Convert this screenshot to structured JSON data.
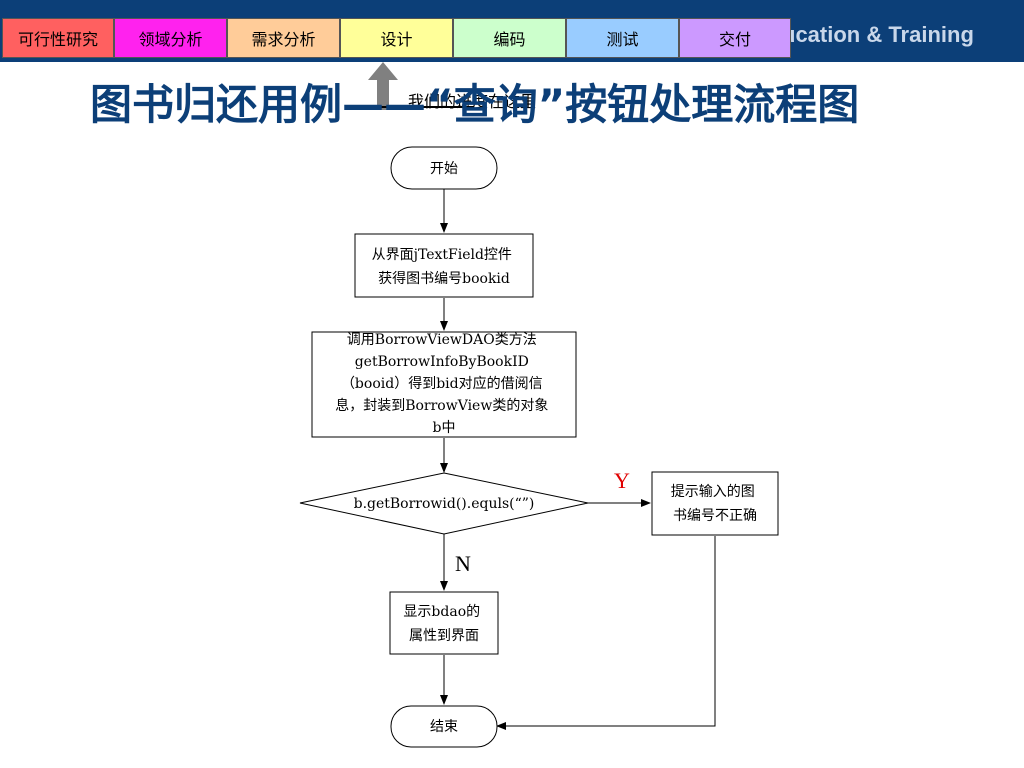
{
  "header": {
    "brand": "ucation & Training",
    "tabs": [
      {
        "label": "可行性研究",
        "color": "#ff6060"
      },
      {
        "label": "领域分析",
        "color": "#ff22ee"
      },
      {
        "label": "需求分析",
        "color": "#ffcc99"
      },
      {
        "label": "设计",
        "color": "#ffff99"
      },
      {
        "label": "编码",
        "color": "#ccffcc"
      },
      {
        "label": "测试",
        "color": "#99ccff"
      },
      {
        "label": "交付",
        "color": "#cc99ff"
      }
    ],
    "indicator_note": "我们的进度在这里"
  },
  "title": "图书归还用例——“查询”按钮处理流程图",
  "flowchart": {
    "start": "开始",
    "step1": [
      "从界面jTextField控件",
      "获得图书编号bookid"
    ],
    "step2": [
      "调用BorrowViewDAO类方法",
      "getBorrowInfoByBookID",
      "（booid）得到bid对应的借阅信",
      "息，封装到BorrowView类的对象",
      "b中"
    ],
    "decision": "b.getBorrowid().equls(“”)",
    "yes_label": "Y",
    "no_label": "N",
    "yes_action": [
      "提示输入的图",
      "书编号不正确"
    ],
    "no_action": [
      "显示bdao的",
      "属性到界面"
    ],
    "end": "结束"
  },
  "colors": {
    "header_bg": "#0c3f78",
    "title": "#0c3f78",
    "yes_label": "#e00000"
  }
}
